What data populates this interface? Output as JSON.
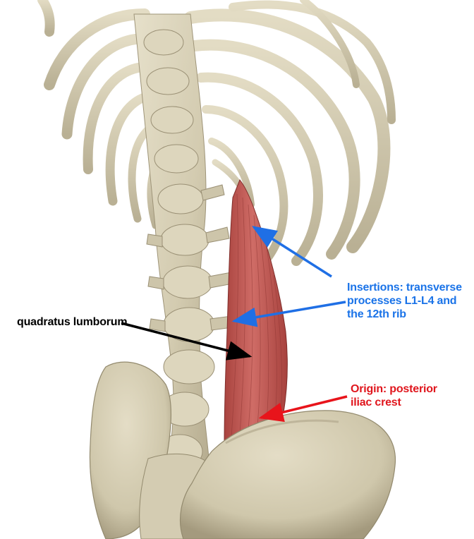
{
  "labels": {
    "muscle": "quadratus lumborum",
    "insertions": "Insertions: transverse\nprocesses L1-L4 and\nthe 12th rib",
    "origin": "Origin: posterior\niliac crest"
  },
  "colors": {
    "background": "#ffffff",
    "bone": "#d8d1b8",
    "bone_shadow": "#a39a7f",
    "muscle": "#c25c57",
    "muscle_fiber": "#8e3532",
    "label_muscle": "#000000",
    "label_insertions": "#1a73e8",
    "label_origin": "#e0161d",
    "arrow_muscle": "#000000",
    "arrow_insertions": "#1f6fe5",
    "arrow_origin": "#e8141b"
  }
}
